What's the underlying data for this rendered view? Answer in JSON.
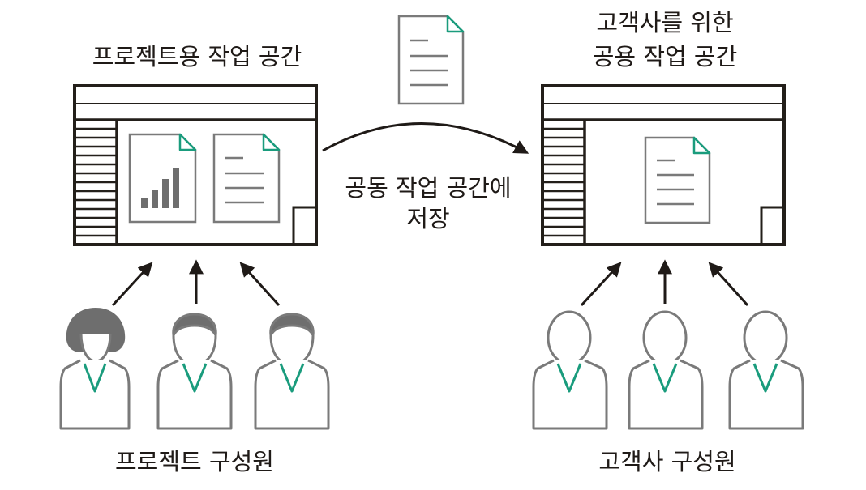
{
  "labels": {
    "project_workspace": "프로젝트용 작업 공간",
    "client_workspace_line1": "고객사를 위한",
    "client_workspace_line2": "공용 작업 공간",
    "transfer_line1": "공동 작업 공간에",
    "transfer_line2": "저장",
    "project_members": "프로젝트 구성원",
    "client_members": "고객사 구성원"
  },
  "colors": {
    "frame": "#231f1a",
    "doc_gray": "#7a7a7a",
    "accent_teal": "#1a9c7d",
    "person_fill": "#6e6e6e"
  },
  "icons": {
    "chart_document": "bar-chart-document-icon",
    "text_document": "text-document-icon",
    "person": "person-icon"
  }
}
